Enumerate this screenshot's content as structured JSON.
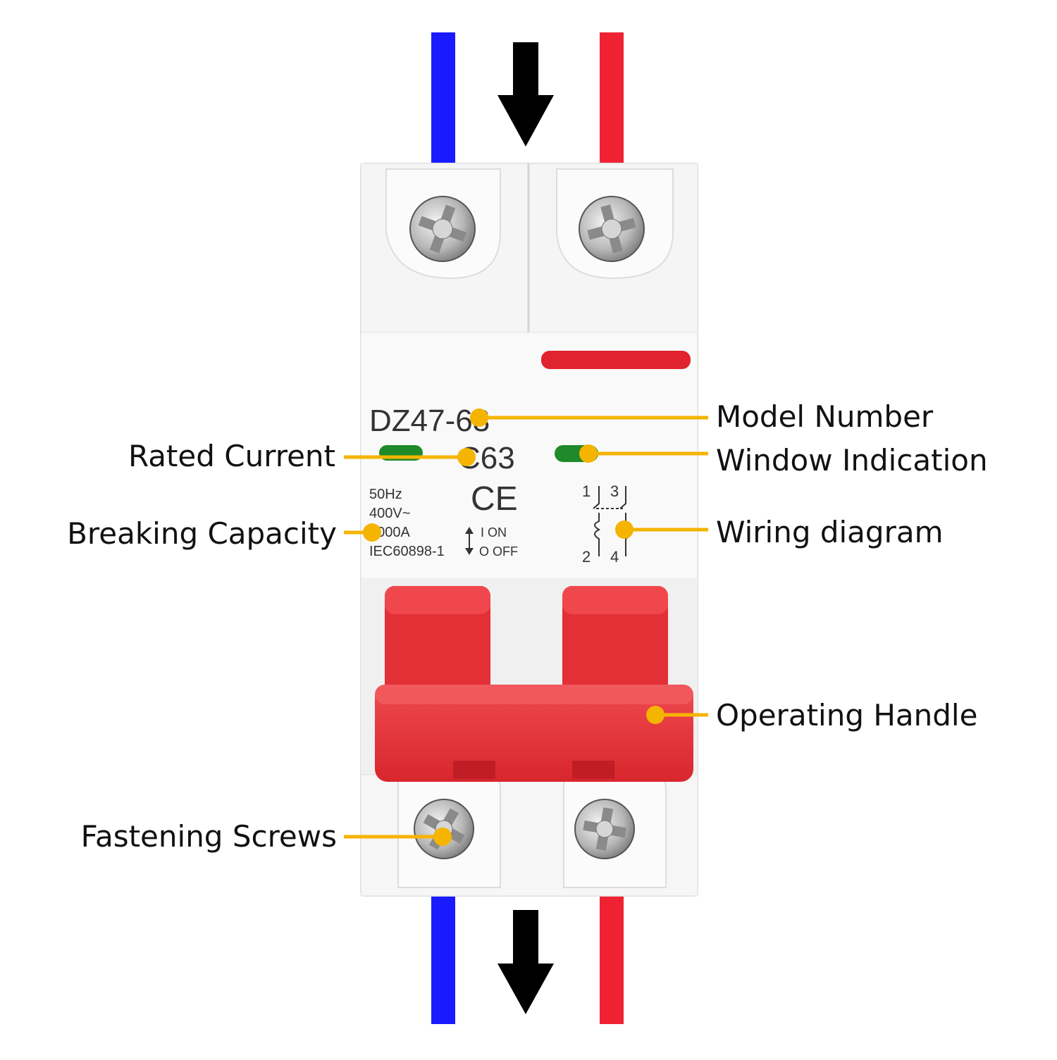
{
  "colors": {
    "neutral_wire": "#1a1aff",
    "live_wire": "#ee2233",
    "arrow": "#000000",
    "callout": "#f5b400",
    "housing": "#f2f2f2",
    "handle": "#e52f36",
    "indicator": "#1f8a2a"
  },
  "breaker": {
    "model": "DZ47-63",
    "rating": "C63",
    "frequency": "50Hz",
    "voltage": "400V~",
    "breaking": "6000A",
    "standard": "IEC60898-1",
    "ce_mark": "CE",
    "switch_on": "I ON",
    "switch_off": "O OFF",
    "terminal_top_left": "1",
    "terminal_top_right": "3",
    "terminal_bottom_left": "2",
    "terminal_bottom_right": "4"
  },
  "callouts": {
    "model_number": "Model Number",
    "window_indication": "Window Indication",
    "wiring_diagram": "Wiring diagram",
    "operating_handle": "Operating Handle",
    "rated_current": "Rated Current",
    "breaking_capacity": "Breaking Capacity",
    "fastening_screws": "Fastening Screws"
  },
  "icons": {
    "screw": "screw-icon",
    "arrow": "arrow-down-icon"
  }
}
